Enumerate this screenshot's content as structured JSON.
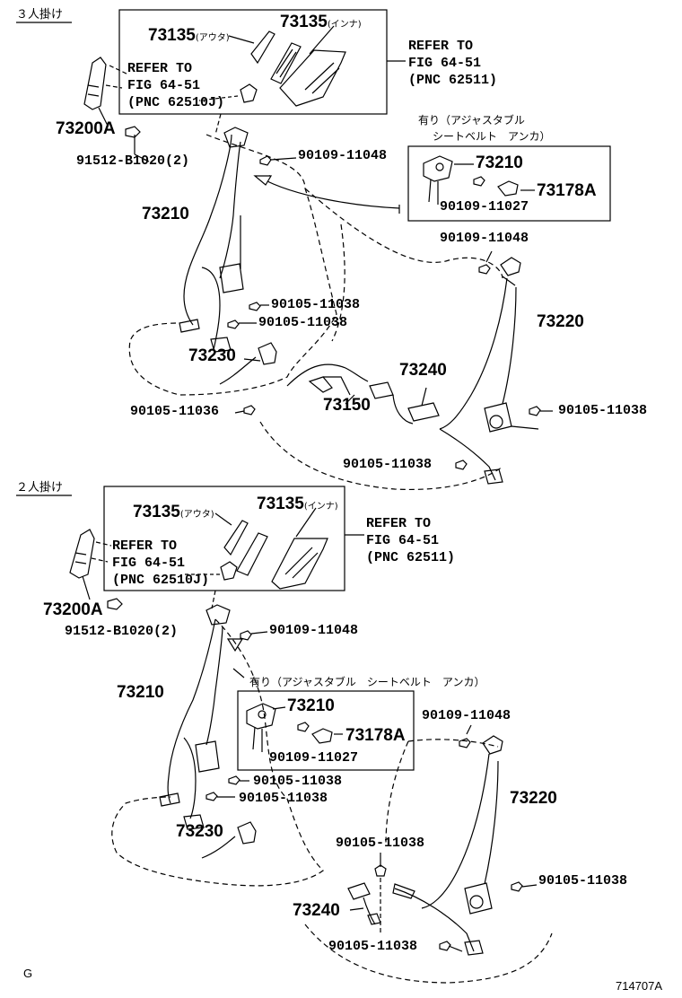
{
  "sections": {
    "top": {
      "title": "３人掛け",
      "inset_parts": {
        "outer": "73135",
        "outer_note": "(アウタ)",
        "inner": "73135",
        "inner_note": "(インナ)"
      },
      "ref_left": [
        "REFER TO",
        "FIG 64-51",
        "(PNC 62510J)"
      ],
      "ref_right": [
        "REFER TO",
        "FIG 64-51",
        "(PNC 62511)"
      ],
      "option_title": "有り（アジャスタブル",
      "option_title2": "シートベルト　アンカ）",
      "option_parts": {
        "p1": "73210",
        "p2": "73178A",
        "p3": "90109-11027"
      },
      "labels": {
        "l73200A": "73200A",
        "l91512": "91512-B1020(2)",
        "l90109a": "90109-11048",
        "l73210": "73210",
        "l90109b": "90109-11048",
        "l90105a": "90105-11038",
        "l90105b": "90105-11038",
        "l73220": "73220",
        "l73230": "73230",
        "l73240": "73240",
        "l90105c": "90105-11036",
        "l73150": "73150",
        "l90105d": "90105-11038",
        "l90105e": "90105-11038"
      }
    },
    "bottom": {
      "title": "２人掛け",
      "inset_parts": {
        "outer": "73135",
        "outer_note": "(アウタ)",
        "inner": "73135",
        "inner_note": "(インナ)"
      },
      "ref_left": [
        "REFER TO",
        "FIG 64-51",
        "(PNC 62510J)"
      ],
      "ref_right": [
        "REFER TO",
        "FIG 64-51",
        "(PNC 62511)"
      ],
      "option_title": "有り（アジャスタブル　シートベルト　アンカ）",
      "option_parts": {
        "p1": "73210",
        "p2": "73178A",
        "p3": "90109-11027"
      },
      "labels": {
        "l73200A": "73200A",
        "l91512": "91512-B1020(2)",
        "l90109a": "90109-11048",
        "l73210": "73210",
        "l90109b": "90109-11048",
        "l90105a": "90105-11038",
        "l90105b": "90105-11038",
        "l73220": "73220",
        "l73230": "73230",
        "l90105c": "90105-11038",
        "l90105d": "90105-11038",
        "l73240": "73240",
        "l90105e": "90105-11038"
      }
    }
  },
  "footer": {
    "left": "G",
    "right": "714707A"
  }
}
